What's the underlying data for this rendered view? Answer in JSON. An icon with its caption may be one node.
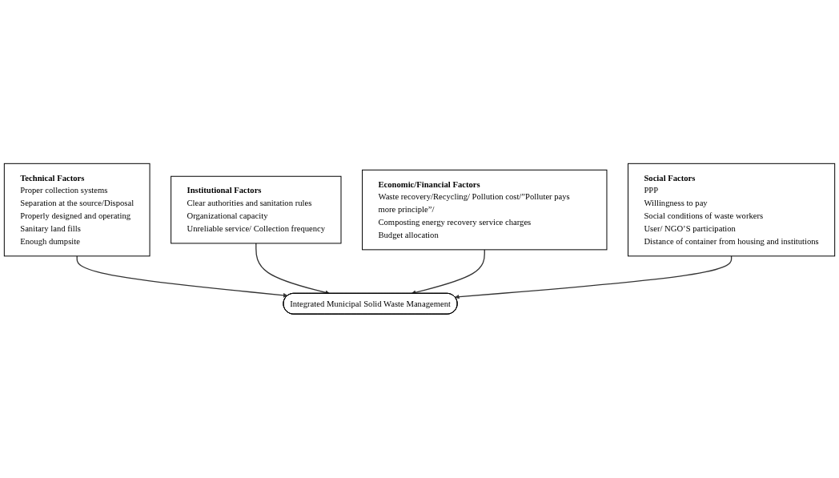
{
  "diagram": {
    "nodes": [
      {
        "text": [
          "Technical Factors",
          "Proper collection systems",
          "Separation at the source/Disposal",
          "Properly designed and operating",
          "Sanitary land fills",
          "Enough dumpsite"
        ]
      },
      {
        "text": [
          "Institutional Factors",
          "Clear authorities and sanitation rules",
          "Organizational capacity",
          "Unreliable service/ Collection frequency"
        ]
      },
      {
        "text": [
          "Integrated Municipal Solid Waste Management"
        ]
      },
      {
        "text": [
          "Economic/Financial Factors",
          "Waste recovery/Recycling/ Pollution cost/”Polluter pays more principle”/",
          "Composting energy recovery service charges",
          "Budget allocation"
        ]
      },
      {
        "text": [
          "Social Factors",
          "PPP",
          "Willingness to pay",
          "Social conditions of waste workers",
          "User/ NGO’S participation",
          "Distance of container from housing and institutions"
        ]
      }
    ],
    "edges": [
      {
        "from": 0,
        "to": 2,
        "arrow": "to"
      },
      {
        "from": 1,
        "to": 2,
        "arrow": "to"
      },
      {
        "from": 3,
        "to": 2,
        "arrow": "to"
      },
      {
        "from": 4,
        "to": 2,
        "arrow": "to"
      }
    ]
  }
}
